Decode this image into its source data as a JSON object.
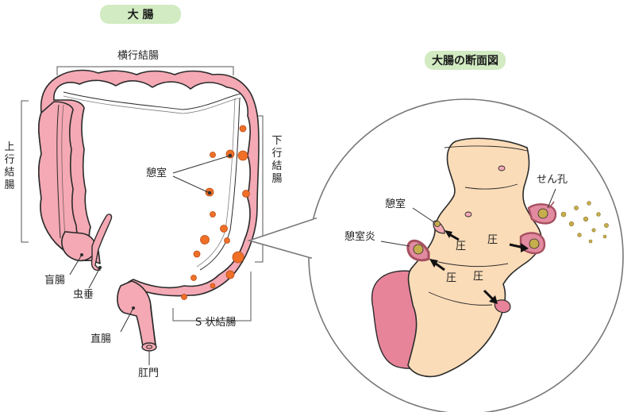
{
  "titles": {
    "large_intestine": "大 腸",
    "cross_section": "大腸の断面図"
  },
  "labels": {
    "transverse_colon": "横行結腸",
    "ascending_colon": "上行結腸",
    "descending_colon": "下行結腸",
    "diverticulum_left": "憩室",
    "cecum": "盲腸",
    "appendix": "虫垂",
    "rectum": "直腸",
    "sigmoid_colon": "S 状結腸",
    "anus": "肛門",
    "diverticulum_section": "憩室",
    "diverticulitis": "憩室炎",
    "perforation": "せん孔",
    "pressure_1": "圧",
    "pressure_2": "圧",
    "pressure_3": "圧",
    "pressure_4": "圧"
  },
  "colors": {
    "colon_fill": "#f4a9b4",
    "colon_outline": "#2b2b2b",
    "diverticula": "#f07028",
    "section_fill": "#fbdcb8",
    "lumen_fill": "#e8849a",
    "inflamed": "#a65060",
    "stool": "#c7ae4c",
    "pill_bg": "#d2ebc2"
  }
}
